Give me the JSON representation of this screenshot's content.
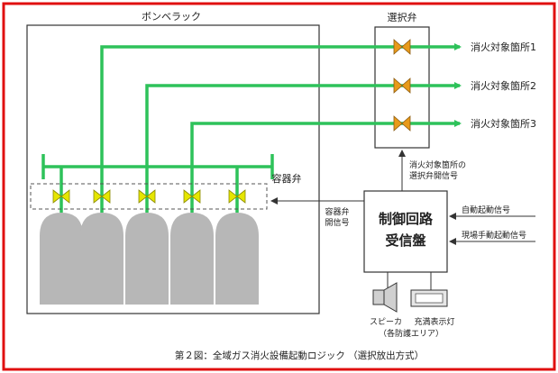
{
  "diagram": {
    "rack_label": "ボンベラック",
    "selector_valve_label": "選択弁",
    "targets": [
      "消火対象箇所1",
      "消火対象箇所2",
      "消火対象箇所3"
    ],
    "container_valve_label": "容器弁",
    "container_valve_signal": [
      "容器弁",
      "開信号"
    ],
    "selector_signal": [
      "消火対象箇所の",
      "選択弁開信号"
    ],
    "panel_label": [
      "制御回路",
      "受信盤"
    ],
    "auto_signal": "自動起動信号",
    "manual_signal": "現場手動起動信号",
    "speaker_label": "スピーカ",
    "lamp_label": "充満表示灯",
    "area_label": "（各防護エリア）",
    "caption": "第２図：全域ガス消火設備起動ロジック （選択放出方式）"
  },
  "colors": {
    "frame": "#e01010",
    "pipe": "#2ec25a",
    "valve": "#e6e600",
    "selector_valve": "#e89a1a",
    "cylinder": "#b7b7b7",
    "line": "#333333"
  }
}
